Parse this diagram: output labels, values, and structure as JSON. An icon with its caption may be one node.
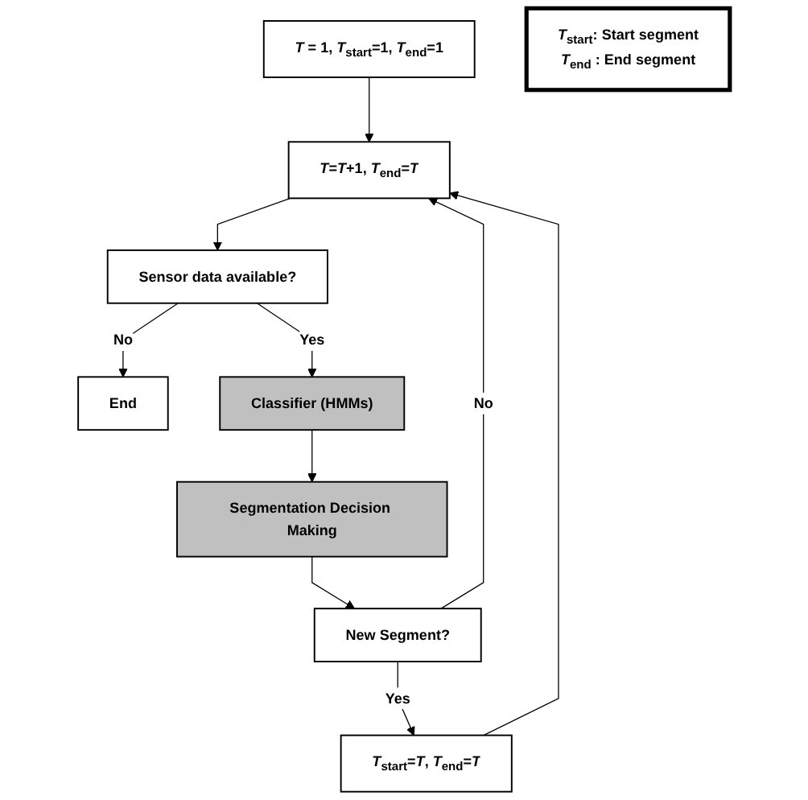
{
  "diagram": {
    "nodes": [
      {
        "text": [
          "*T* = 1, *T*$_{start}$=1, *T*$_{end}$=1"
        ]
      },
      {
        "text": [
          "*T*=*T*+1, *T*$_{end}$=*T*"
        ]
      },
      {
        "text": [
          "Sensor data available?"
        ]
      },
      {
        "text": [
          "End"
        ]
      },
      {
        "text": [
          "Classifier (HMMs)"
        ]
      },
      {
        "text": [
          "Segmentation Decision Making"
        ]
      },
      {
        "text": [
          "New Segment?"
        ]
      },
      {
        "text": [
          "*T*$_{start}$=*T*, *T*$_{end}$=*T*"
        ]
      },
      {
        "text": [
          "*T*$_{start}$: Start segment",
          "*T*$_{end}$ : End segment"
        ]
      }
    ],
    "edges": [
      {
        "from": 0,
        "to": 1,
        "arrow": "to"
      },
      {
        "from": 1,
        "to": 2,
        "arrow": "to"
      },
      {
        "from": 2,
        "to": 3,
        "label": "No",
        "arrow": "to"
      },
      {
        "from": 2,
        "to": 4,
        "label": "Yes",
        "arrow": "to"
      },
      {
        "from": 4,
        "to": 5,
        "arrow": "to"
      },
      {
        "from": 5,
        "to": 6,
        "arrow": "to"
      },
      {
        "from": 6,
        "to": 1,
        "label": "No",
        "arrow": "to"
      },
      {
        "from": 6,
        "to": 7,
        "label": "Yes",
        "arrow": "to"
      },
      {
        "from": 7,
        "to": 1,
        "arrow": "to"
      }
    ]
  }
}
